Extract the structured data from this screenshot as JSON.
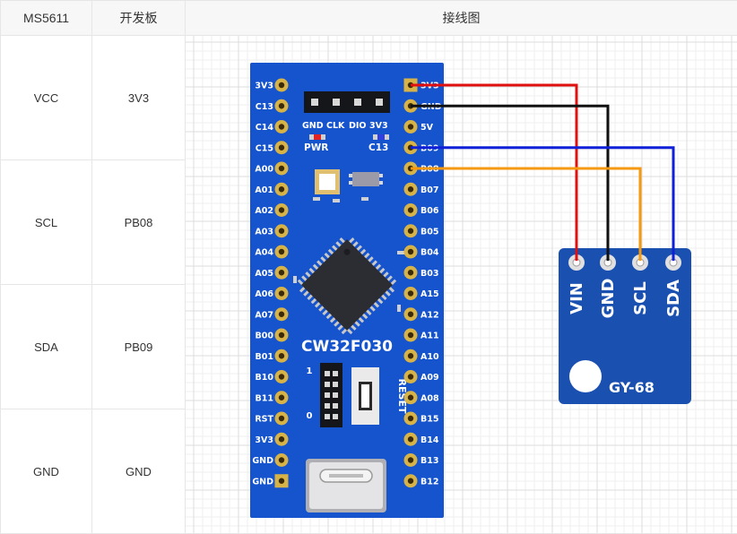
{
  "table": {
    "headers": [
      "MS5611",
      "开发板",
      "接线图"
    ],
    "rows": [
      {
        "sensor": "VCC",
        "board": "3V3"
      },
      {
        "sensor": "SCL",
        "board": "PB08"
      },
      {
        "sensor": "SDA",
        "board": "PB09"
      },
      {
        "sensor": "GND",
        "board": "GND"
      }
    ]
  },
  "board": {
    "name": "CW32F030",
    "left_pins": [
      "3V3",
      "C13",
      "C14",
      "C15",
      "A00",
      "A01",
      "A02",
      "A03",
      "A04",
      "A05",
      "A06",
      "A07",
      "B00",
      "B01",
      "B10",
      "B11",
      "RST",
      "3V3",
      "GND",
      "GND"
    ],
    "right_pins": [
      "3V3",
      "GND",
      "5V",
      "B09",
      "B08",
      "B07",
      "B06",
      "B05",
      "B04",
      "B03",
      "A15",
      "A12",
      "A11",
      "A10",
      "A09",
      "A08",
      "B15",
      "B14",
      "B13",
      "B12"
    ],
    "header_labels": [
      "GND",
      "CLK",
      "DIO",
      "3V3"
    ],
    "led_pwr": "PWR",
    "led_c13": "C13",
    "boot_top": "1",
    "boot_bottom": "0",
    "reset_label": "RESET",
    "color": "#1554cc"
  },
  "sensor": {
    "name": "GY-68",
    "pins": [
      "VIN",
      "GND",
      "SCL",
      "SDA"
    ],
    "color": "#1a50b0"
  },
  "wires": [
    {
      "from": "3V3",
      "to": "VIN",
      "color": "#e01010"
    },
    {
      "from": "GND",
      "to": "GND",
      "color": "#111111"
    },
    {
      "from": "B09",
      "to": "SDA",
      "color": "#1020d8"
    },
    {
      "from": "B08",
      "to": "SCL",
      "color": "#f59a10"
    }
  ]
}
